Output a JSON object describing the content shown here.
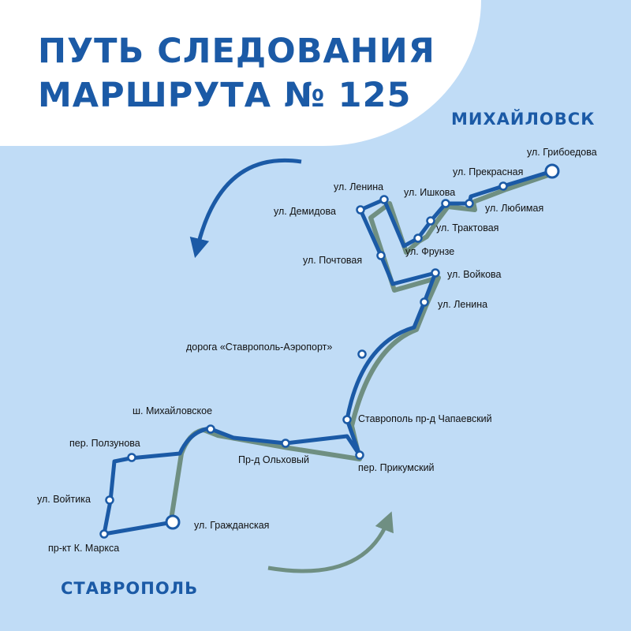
{
  "title": {
    "line1": "ПУТЬ СЛЕДОВАНИЯ",
    "line2": "МАРШРУТА № 125"
  },
  "cities": {
    "start": "МИХАЙЛОВСК",
    "end": "СТАВРОПОЛЬ"
  },
  "colors": {
    "route_blue": "#1b5aa6",
    "route_green": "#6f8f82",
    "background": "#c0dcf6",
    "title_panel": "#ffffff"
  },
  "direction_arrows": [
    "arrow-counterclockwise-blue",
    "arrow-clockwise-green"
  ],
  "stops": [
    {
      "id": "griboedova",
      "name": "ул. Грибоедова",
      "terminal": true
    },
    {
      "id": "prekrasnaya",
      "name": "ул. Прекрасная"
    },
    {
      "id": "ishkova",
      "name": "ул. Ишкова"
    },
    {
      "id": "lyubimaya",
      "name": "ул. Любимая"
    },
    {
      "id": "traktovaya",
      "name": "ул. Трактовая"
    },
    {
      "id": "frunze",
      "name": "ул. Фрунзе"
    },
    {
      "id": "lenina-1",
      "name": "ул. Ленина"
    },
    {
      "id": "demidova",
      "name": "ул. Демидова"
    },
    {
      "id": "pochtovaya",
      "name": "ул. Почтовая"
    },
    {
      "id": "voykova",
      "name": "ул. Войкова"
    },
    {
      "id": "lenina-2",
      "name": "ул. Ленина"
    },
    {
      "id": "doroga",
      "name": "дорога «Ставрополь-Аэропорт»"
    },
    {
      "id": "chapaevskiy",
      "name": "Ставрополь пр-д Чапаевский"
    },
    {
      "id": "prikumskiy",
      "name": "пер. Прикумский"
    },
    {
      "id": "olkhovyy",
      "name": "Пр-д Ольховый"
    },
    {
      "id": "mikhaylovskoe",
      "name": "ш. Михайловское"
    },
    {
      "id": "polzunova",
      "name": "пер. Ползунова"
    },
    {
      "id": "voytika",
      "name": "ул. Войтика"
    },
    {
      "id": "marksa",
      "name": "пр-кт К. Маркса"
    },
    {
      "id": "grazhdanskaya",
      "name": "ул. Гражданская",
      "terminal": true
    }
  ]
}
